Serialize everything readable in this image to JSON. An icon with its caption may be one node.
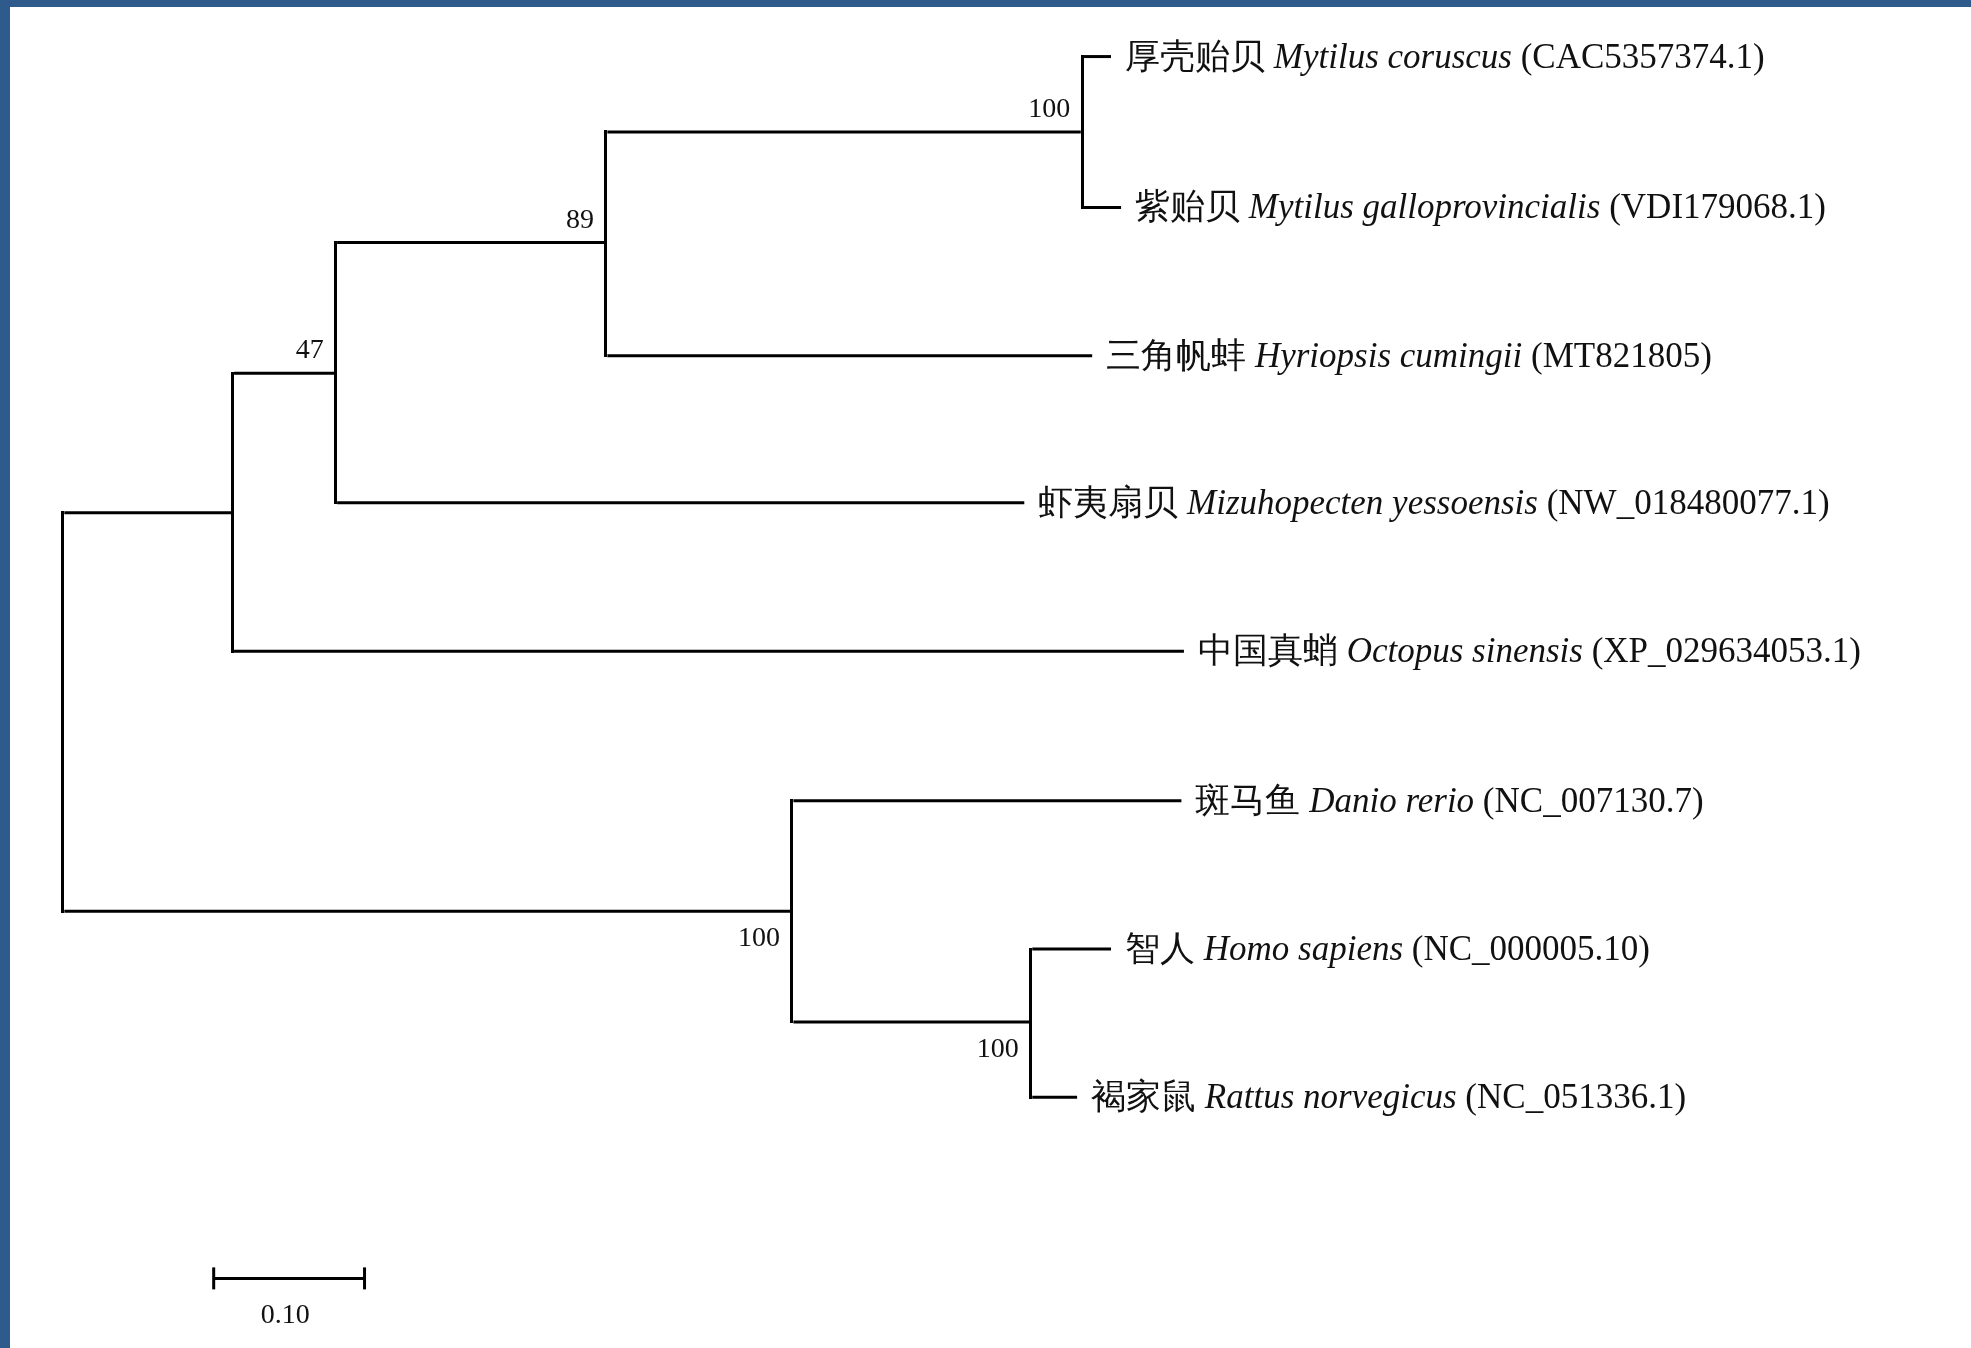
{
  "diagram": {
    "nodes": [
      {
        "text": [],
        "shape": "bar"
      },
      {
        "text": [],
        "shape": "bar"
      },
      {
        "text": [],
        "shape": "bar",
        "beside": [
          "47"
        ]
      },
      {
        "text": [],
        "shape": "bar",
        "beside": [
          "89"
        ]
      },
      {
        "text": [],
        "shape": "bar",
        "beside": [
          "100"
        ]
      },
      {
        "text": [
          "厚壳贻贝 *Mytilus coruscus* (CAC5357374.1)"
        ]
      },
      {
        "text": [
          "紫贻贝 *Mytilus galloprovincialis* (VDI179068.1)"
        ]
      },
      {
        "text": [
          "三角帆蚌 *Hyriopsis cumingii* (MT821805)"
        ]
      },
      {
        "text": [
          "虾夷扇贝 *Mizuhopecten yessoensis* (NW_018480077.1)"
        ]
      },
      {
        "text": [
          "中国真蛸 *Octopus sinensis* (XP_029634053.1)"
        ]
      },
      {
        "text": [],
        "shape": "bar",
        "beside": [
          "100"
        ]
      },
      {
        "text": [
          "斑马鱼 *Danio rerio* (NC_007130.7)"
        ]
      },
      {
        "text": [],
        "shape": "bar",
        "beside": [
          "100"
        ]
      },
      {
        "text": [
          "智人 *Homo sapiens* (NC_000005.10)"
        ]
      },
      {
        "text": [
          "褐家鼠 *Rattus norvegicus* (NC_051336.1)"
        ]
      }
    ],
    "edges": [
      {
        "from": 0,
        "to": 1,
        "arrow": "none"
      },
      {
        "from": 1,
        "to": 2,
        "arrow": "none"
      },
      {
        "from": 2,
        "to": 3,
        "arrow": "none"
      },
      {
        "from": 3,
        "to": 4,
        "arrow": "none"
      },
      {
        "from": 4,
        "to": 5,
        "arrow": "none"
      },
      {
        "from": 4,
        "to": 6,
        "arrow": "none"
      },
      {
        "from": 3,
        "to": 7,
        "arrow": "none"
      },
      {
        "from": 2,
        "to": 8,
        "arrow": "none"
      },
      {
        "from": 1,
        "to": 9,
        "arrow": "none"
      },
      {
        "from": 0,
        "to": 10,
        "arrow": "none"
      },
      {
        "from": 10,
        "to": 11,
        "arrow": "none"
      },
      {
        "from": 10,
        "to": 12,
        "arrow": "none"
      },
      {
        "from": 12,
        "to": 13,
        "arrow": "none"
      },
      {
        "from": 12,
        "to": 14,
        "arrow": "none"
      }
    ],
    "labels": [
      "0.10"
    ]
  }
}
